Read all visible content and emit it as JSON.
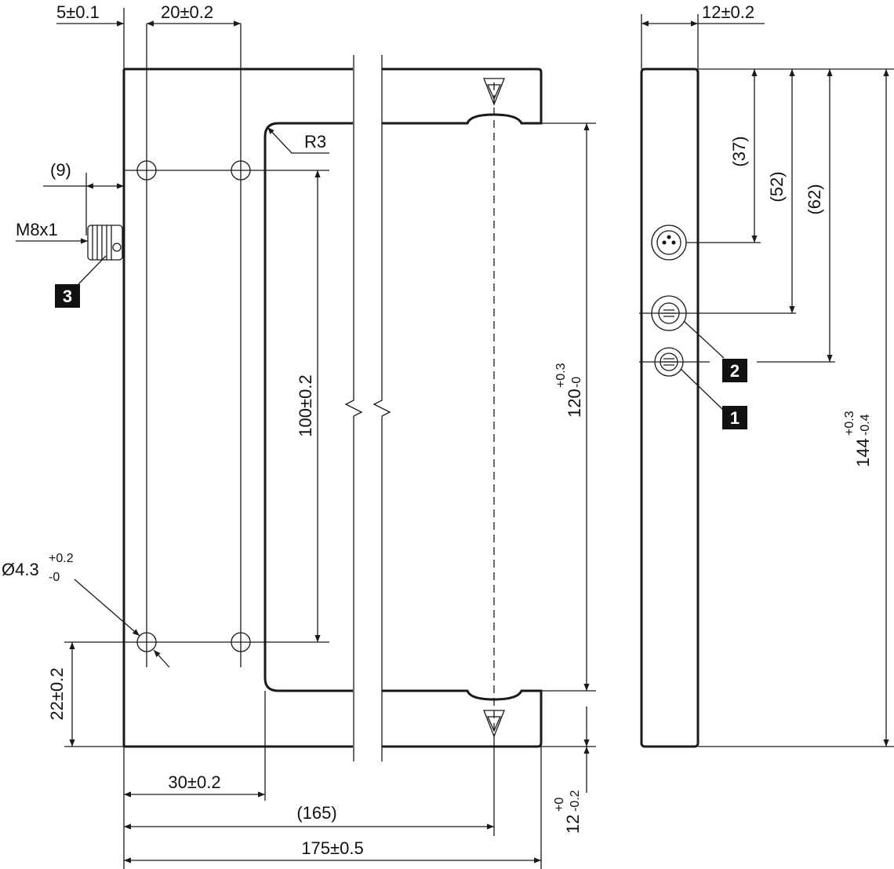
{
  "dimensions": {
    "edge_offset": "5±0.1",
    "hole_spacing_h": "20±0.2",
    "side_width": "12±0.2",
    "connector_offset": "(9)",
    "thread": "M8x1",
    "radius": "R3",
    "hole_spacing_v": "100±0.2",
    "fork_opening_main": "120",
    "fork_opening_tol_plus": "+0.3",
    "fork_opening_tol_minus": "-0",
    "hole_diameter_main": "Ø4.3",
    "hole_diameter_tol_plus": "+0.2",
    "hole_diameter_tol_minus": "-0",
    "bottom_hole_offset": "22±0.2",
    "inner_arm_width": "30±0.2",
    "optical_axis": "(165)",
    "total_width": "175±0.5",
    "arm_thickness_main": "12",
    "arm_thickness_tol_plus": "+0",
    "arm_thickness_tol_minus": "-0.2",
    "height_main": "144",
    "height_tol_plus": "+0.3",
    "height_tol_minus": "-0.4",
    "ref_37": "(37)",
    "ref_52": "(52)",
    "ref_62": "(62)"
  },
  "callouts": {
    "badge_1": "1",
    "badge_2": "2",
    "badge_3": "3"
  }
}
